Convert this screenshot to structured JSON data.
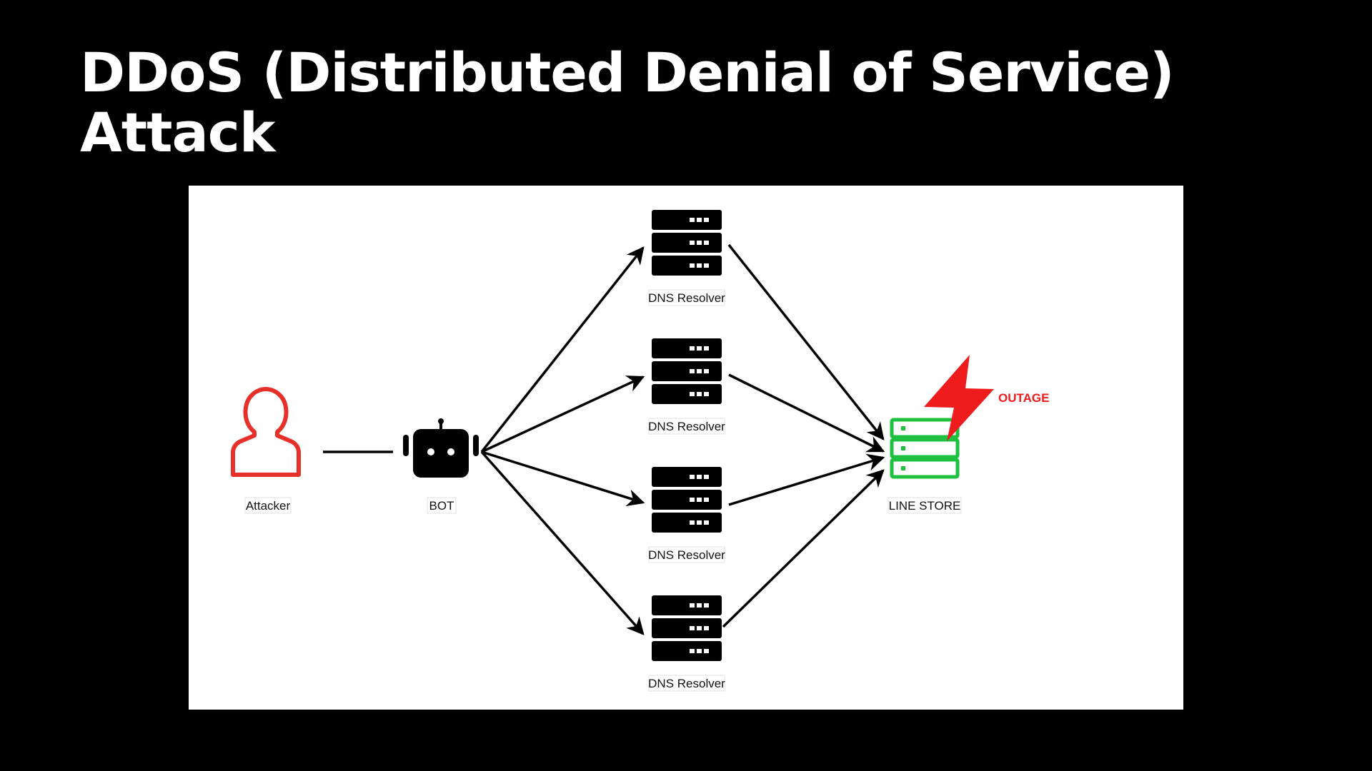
{
  "slide": {
    "title_line1": "DDoS (Distributed Denial of Service)",
    "title_line2": "Attack"
  },
  "diagram": {
    "attacker": {
      "label": "Attacker",
      "icon": "person-outline-icon",
      "color": "#e8302b"
    },
    "bot": {
      "label": "BOT",
      "icon": "robot-icon"
    },
    "resolvers": [
      {
        "label": "DNS Resolver",
        "icon": "server-icon"
      },
      {
        "label": "DNS Resolver",
        "icon": "server-icon"
      },
      {
        "label": "DNS Resolver",
        "icon": "server-icon"
      },
      {
        "label": "DNS Resolver",
        "icon": "server-icon"
      }
    ],
    "target": {
      "label": "LINE STORE",
      "icon": "server-icon",
      "color": "#1fbf3f"
    },
    "outage": {
      "label": "OUTAGE",
      "icon": "lightning-bolt-icon",
      "color": "#ee1c1c"
    }
  }
}
